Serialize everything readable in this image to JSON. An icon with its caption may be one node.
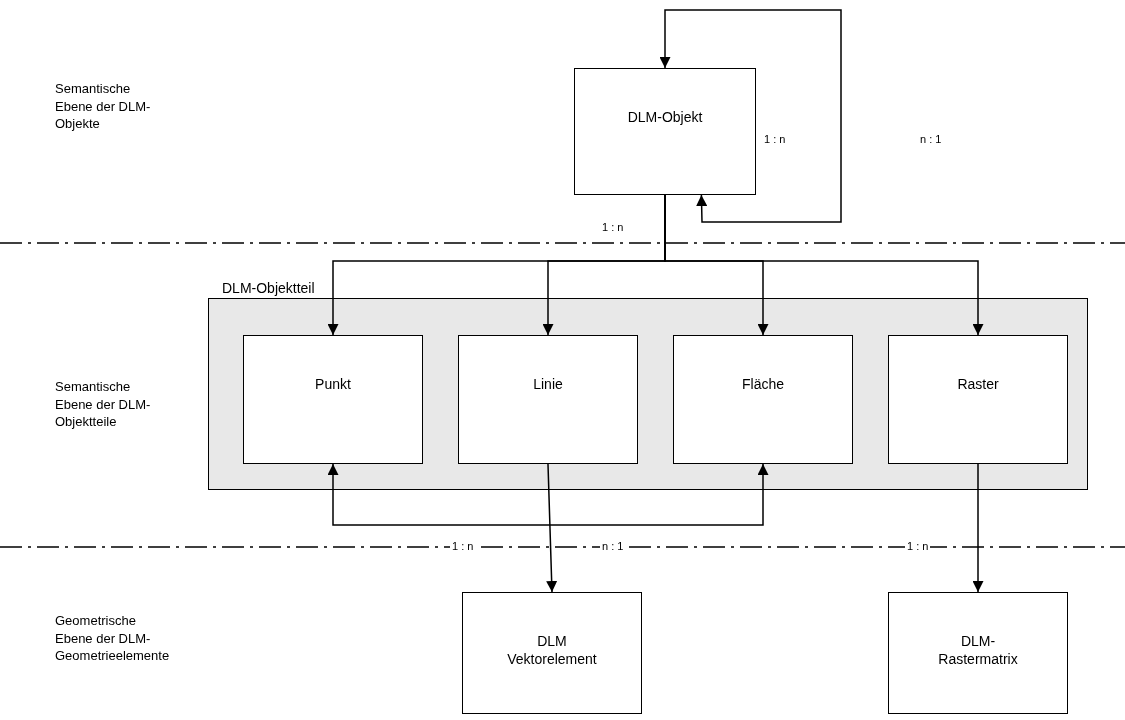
{
  "diagram": {
    "nodes": [
      {
        "text": [
          "DLM-Objekt"
        ]
      },
      {
        "text": [
          "DLM-Objektteil"
        ]
      },
      {
        "text": [
          "Punkt"
        ],
        "in": 1
      },
      {
        "text": [
          "Linie"
        ],
        "in": 1
      },
      {
        "text": [
          "Fläche"
        ],
        "in": 1
      },
      {
        "text": [
          "Raster"
        ],
        "in": 1
      },
      {
        "text": [
          "DLM Vektorelement"
        ]
      },
      {
        "text": [
          "DLM- Rastermatrix"
        ]
      }
    ],
    "edges": [
      {
        "from": 0,
        "to": 0,
        "arrow": "both"
      },
      {
        "from": 0,
        "to": 2,
        "arrow": "to"
      },
      {
        "from": 0,
        "to": 3,
        "arrow": "to"
      },
      {
        "from": 0,
        "to": 4,
        "arrow": "to"
      },
      {
        "from": 0,
        "to": 5,
        "arrow": "to"
      },
      {
        "from": 2,
        "to": 4,
        "arrow": "both"
      },
      {
        "from": 3,
        "to": 6,
        "arrow": "to"
      },
      {
        "from": 5,
        "to": 7,
        "arrow": "to"
      }
    ],
    "labels": [
      "Semantische Ebene der DLM-Objekte",
      "1 : n",
      "n : 1",
      "1 : n",
      "Semantische Ebene der DLM-Objektteile",
      "1 : n",
      "n : 1",
      "1 : n",
      "Geometrische Ebene der DLM-Geometrieelemente"
    ]
  }
}
